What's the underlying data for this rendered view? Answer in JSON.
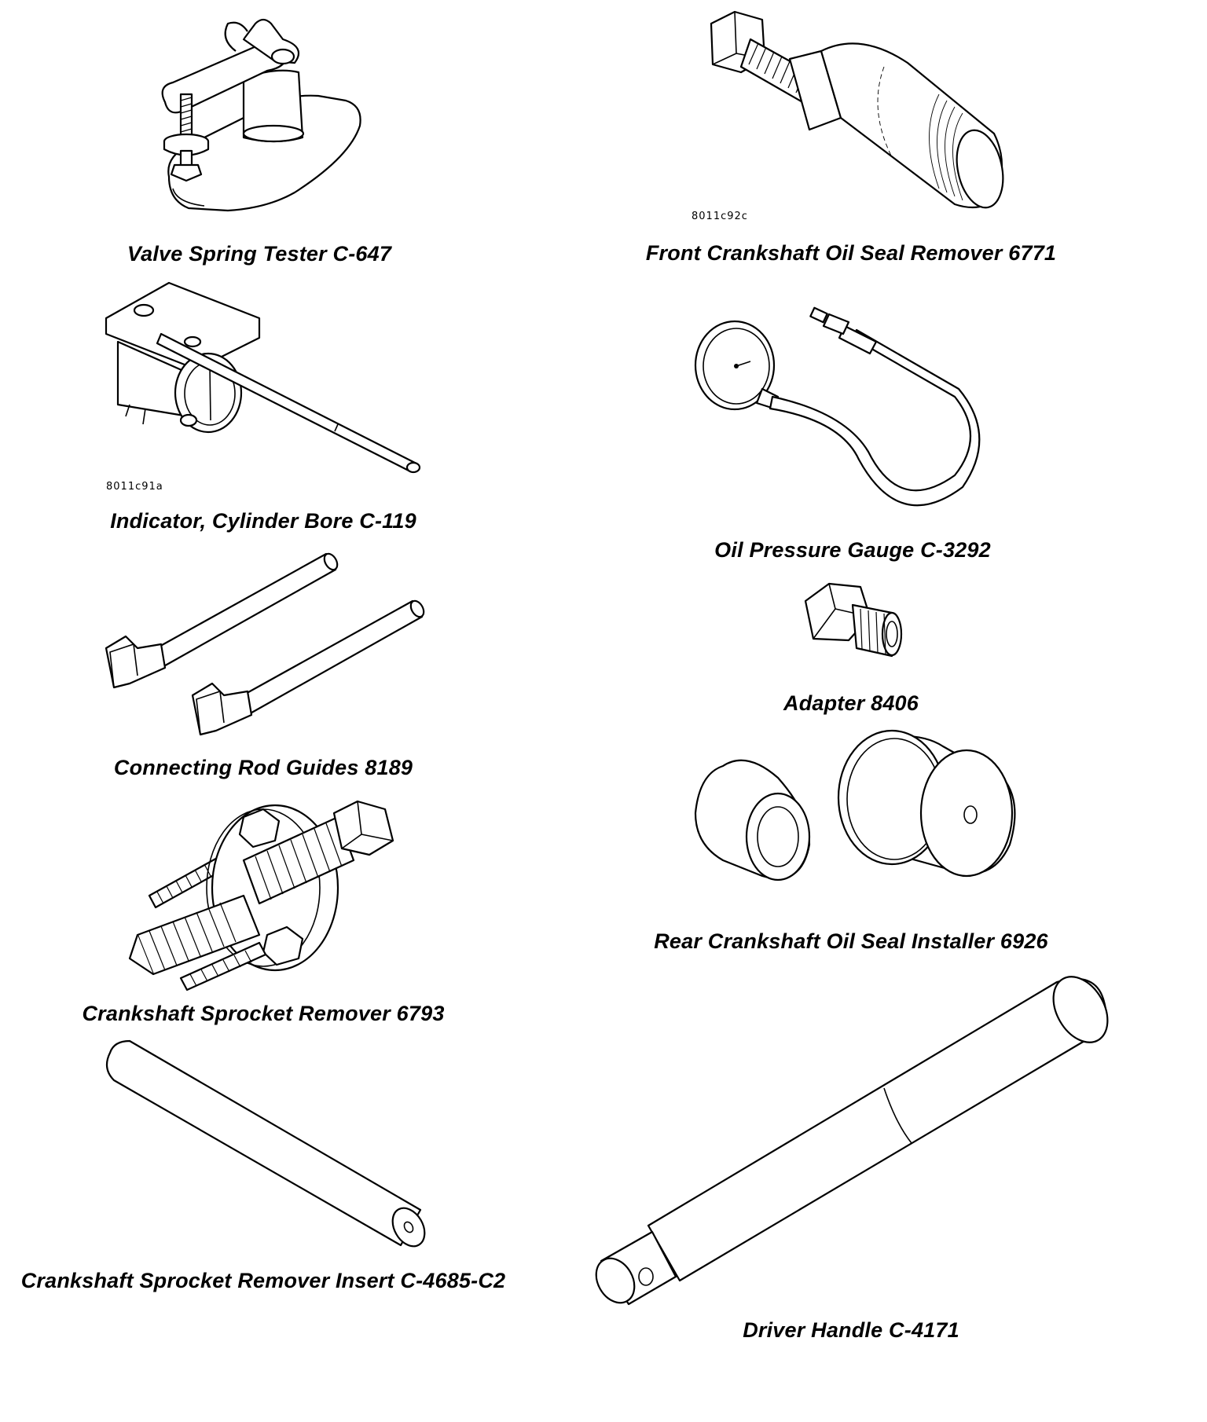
{
  "tools": [
    {
      "id": "valve-spring-tester",
      "caption": "Valve Spring Tester C-647"
    },
    {
      "id": "front-crankshaft-oil-seal-remover",
      "caption": "Front Crankshaft Oil Seal Remover 6771",
      "figure_code": "8011c92c"
    },
    {
      "id": "indicator-cylinder-bore",
      "caption": "Indicator, Cylinder Bore C-119",
      "figure_code": "8011c91a"
    },
    {
      "id": "oil-pressure-gauge",
      "caption": "Oil Pressure Gauge C-3292"
    },
    {
      "id": "adapter",
      "caption": "Adapter 8406"
    },
    {
      "id": "connecting-rod-guides",
      "caption": "Connecting Rod Guides 8189"
    },
    {
      "id": "rear-crankshaft-oil-seal-installer",
      "caption": "Rear Crankshaft Oil Seal Installer 6926"
    },
    {
      "id": "crankshaft-sprocket-remover",
      "caption": "Crankshaft Sprocket Remover 6793"
    },
    {
      "id": "crankshaft-sprocket-remover-insert",
      "caption": "Crankshaft Sprocket Remover Insert C-4685-C2"
    },
    {
      "id": "driver-handle",
      "caption": "Driver Handle C-4171"
    }
  ]
}
